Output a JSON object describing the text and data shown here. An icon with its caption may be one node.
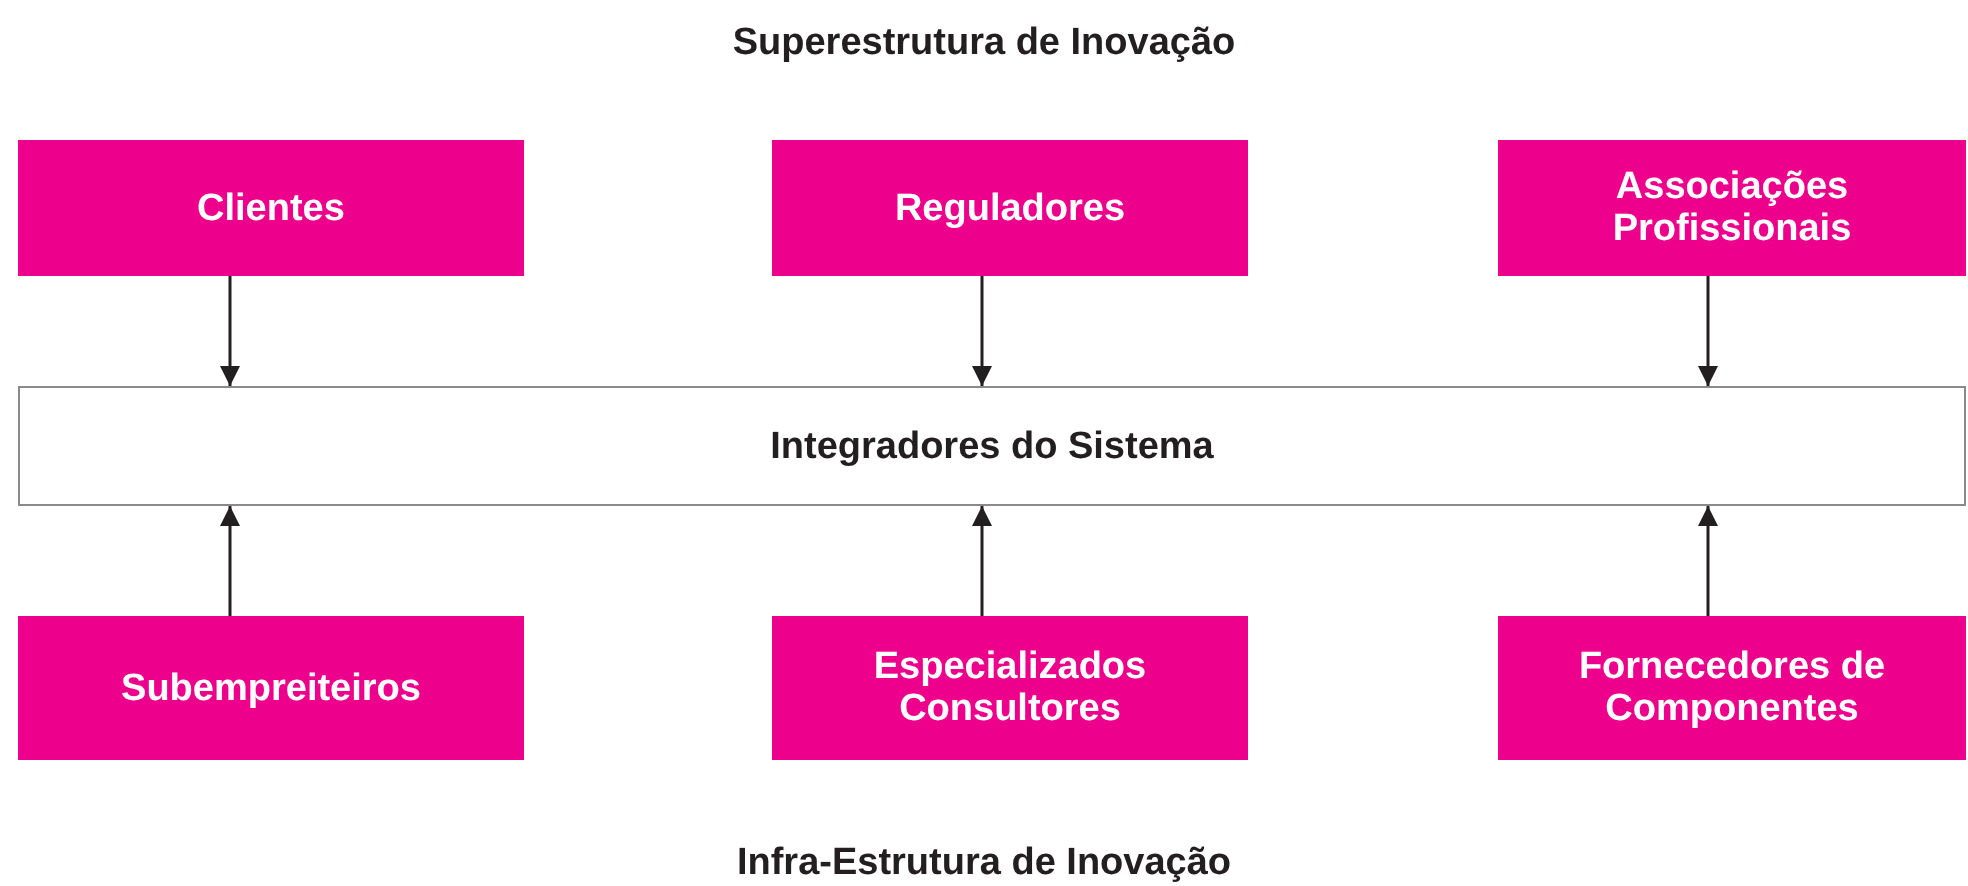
{
  "diagram": {
    "title": "Superestrutura de Inovação",
    "nodes": [
      {
        "text": [
          "Clientes"
        ]
      },
      {
        "text": [
          "Reguladores"
        ]
      },
      {
        "text": [
          "Associações Profissionais"
        ]
      },
      {
        "text": [
          "Integradores do Sistema"
        ]
      },
      {
        "text": [
          "Subempreiteiros"
        ]
      },
      {
        "text": [
          "Especializados Consultores"
        ]
      },
      {
        "text": [
          "Fornecedores de Componentes"
        ]
      }
    ],
    "edges": [
      {
        "from": 0,
        "to": 3,
        "arrow": "to"
      },
      {
        "from": 1,
        "to": 3,
        "arrow": "to"
      },
      {
        "from": 2,
        "to": 3,
        "arrow": "to"
      },
      {
        "from": 4,
        "to": 3,
        "arrow": "to"
      },
      {
        "from": 5,
        "to": 3,
        "arrow": "to"
      },
      {
        "from": 6,
        "to": 3,
        "arrow": "to"
      }
    ],
    "labels": [
      "Infra-Estrutura de Inovação"
    ]
  }
}
